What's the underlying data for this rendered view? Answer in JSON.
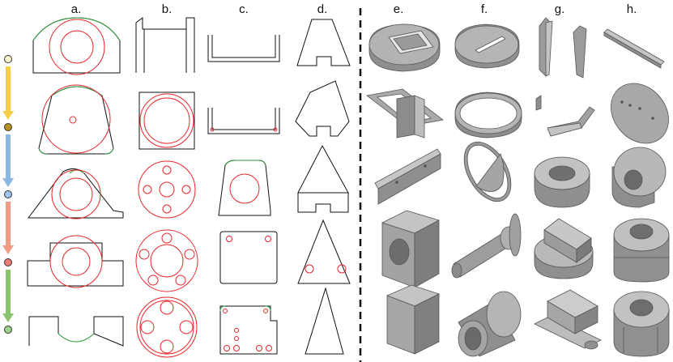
{
  "column_labels": [
    "a.",
    "b.",
    "c.",
    "d.",
    "e.",
    "f.",
    "g.",
    "h."
  ],
  "colors": {
    "sketch_line": "#111111",
    "circle": "#e8262a",
    "arc": "#2c9a3c",
    "divider": "#111111",
    "part_fill": "#a9a9a9",
    "part_top": "#c4c4c4",
    "part_dark": "#7d7d7d",
    "part_edge": "#555555",
    "timeline": [
      "#f7cf45",
      "#8ab8e0",
      "#f19b85",
      "#8cc46e"
    ],
    "timeline_dots": [
      "#fff6c9",
      "#b8901e",
      "#9cc7f0",
      "#f07a7a",
      "#9fd38d"
    ]
  },
  "timeline_dots": 5,
  "grid_rows": 5
}
